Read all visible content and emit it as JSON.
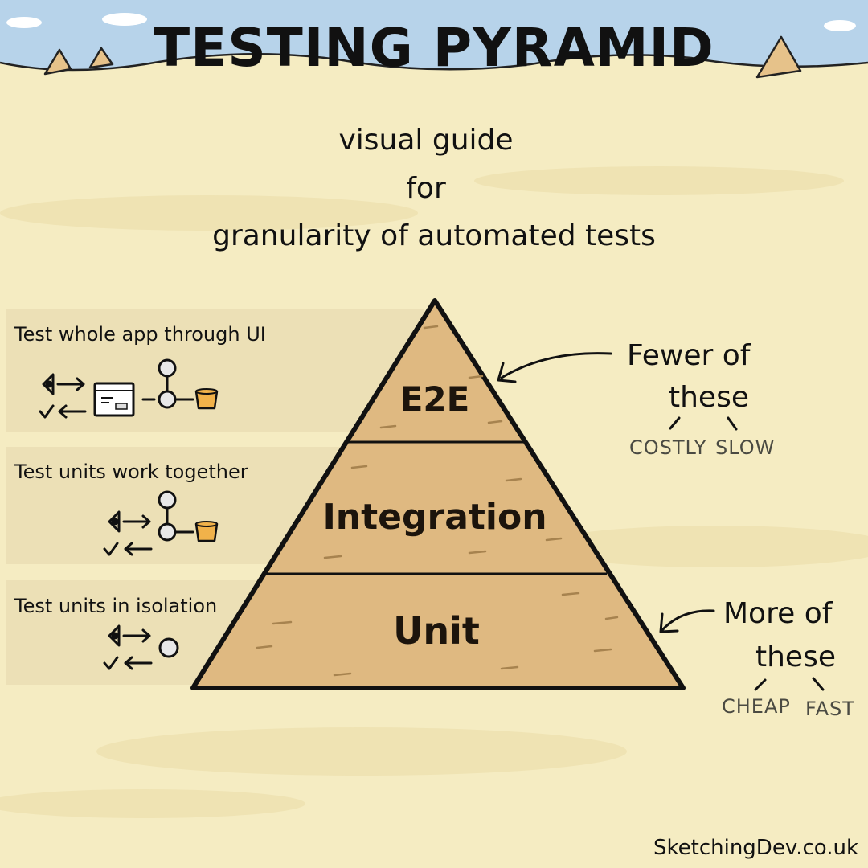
{
  "header": {
    "title": "TESTING PYRAMID",
    "subtitle_lines": [
      "visual guide",
      "for",
      "granularity of automated tests"
    ]
  },
  "pyramid": {
    "levels": [
      {
        "label": "E2E",
        "description": "Test whole app through UI",
        "icons": [
          "eye-icon",
          "browser-window-icon",
          "node-icon",
          "database-icon"
        ]
      },
      {
        "label": "Integration",
        "description": "Test units work together",
        "icons": [
          "eye-icon",
          "node-icon",
          "database-icon"
        ]
      },
      {
        "label": "Unit",
        "description": "Test units in isolation",
        "icons": [
          "eye-icon",
          "node-icon"
        ]
      }
    ]
  },
  "annotations": {
    "top": {
      "line1": "Fewer of",
      "line2": "these",
      "traits": [
        "COSTLY",
        "SLOW"
      ]
    },
    "bottom": {
      "line1": "More of",
      "line2": "these",
      "traits": [
        "CHEAP",
        "FAST"
      ]
    }
  },
  "credit": "SketchingDev.co.uk",
  "colors": {
    "sky": "#b7d3ea",
    "sand": "#f5ecc2",
    "pyramid": "#dfb981",
    "panel": "#ece0b6",
    "ink": "#111111",
    "bucket": "#f1b24a"
  }
}
